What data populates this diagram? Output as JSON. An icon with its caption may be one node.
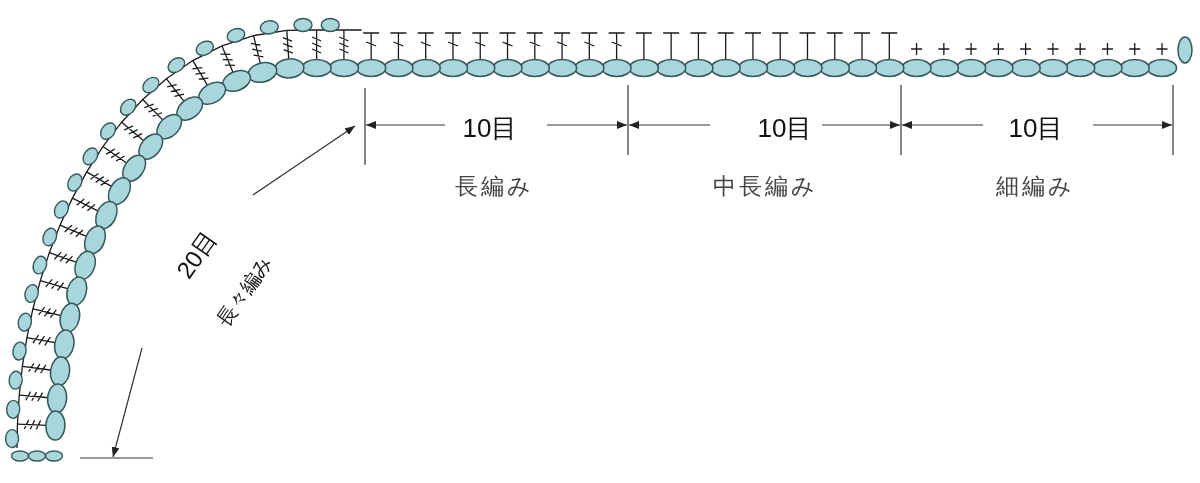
{
  "diagram": {
    "labels": [
      "10目",
      "10目",
      "10目",
      "長編み",
      "中長編み",
      "細編み",
      "20目",
      "長々編み"
    ]
  }
}
